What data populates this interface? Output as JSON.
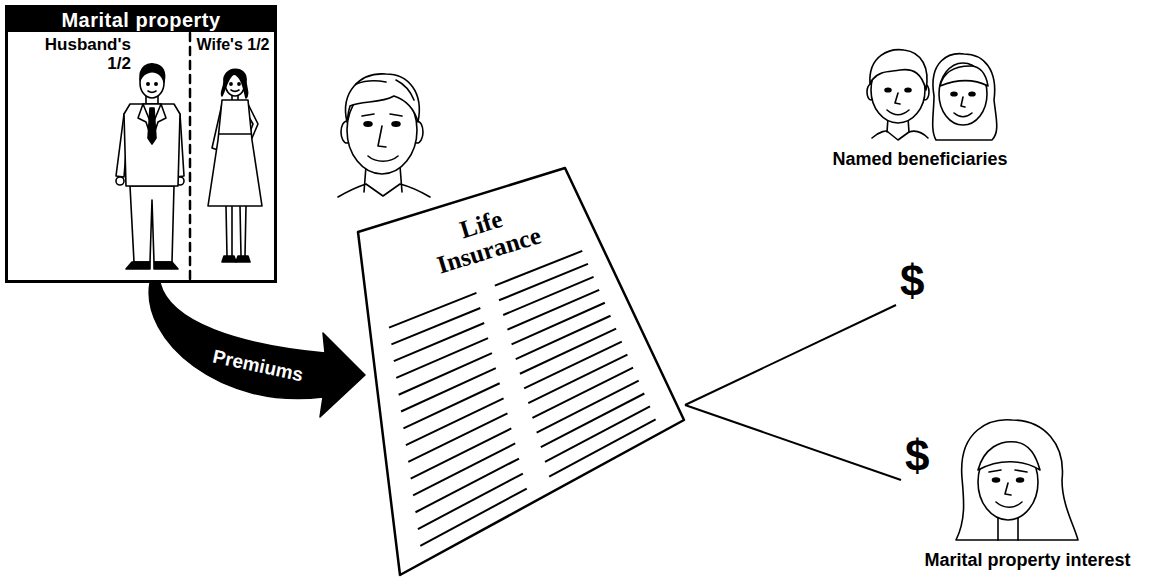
{
  "diagram": {
    "nodes": [
      {
        "text": [
          "Marital property"
        ]
      },
      {
        "text": [
          "Husband's 1/2"
        ],
        "in": 0
      },
      {
        "text": [
          "Wife's 1/2"
        ],
        "in": 0
      },
      {
        "text": [
          "Life Insurance"
        ]
      },
      {
        "text": [
          "Named beneficiaries"
        ]
      },
      {
        "text": [
          "Marital property interest"
        ]
      }
    ],
    "edges": [
      {
        "from": 0,
        "to": 3,
        "arrow": "to",
        "label": "Premiums"
      },
      {
        "from": 3,
        "to": 4,
        "arrow": "none",
        "label": "$"
      },
      {
        "from": 3,
        "to": 5,
        "arrow": "none",
        "label": "$"
      }
    ]
  }
}
